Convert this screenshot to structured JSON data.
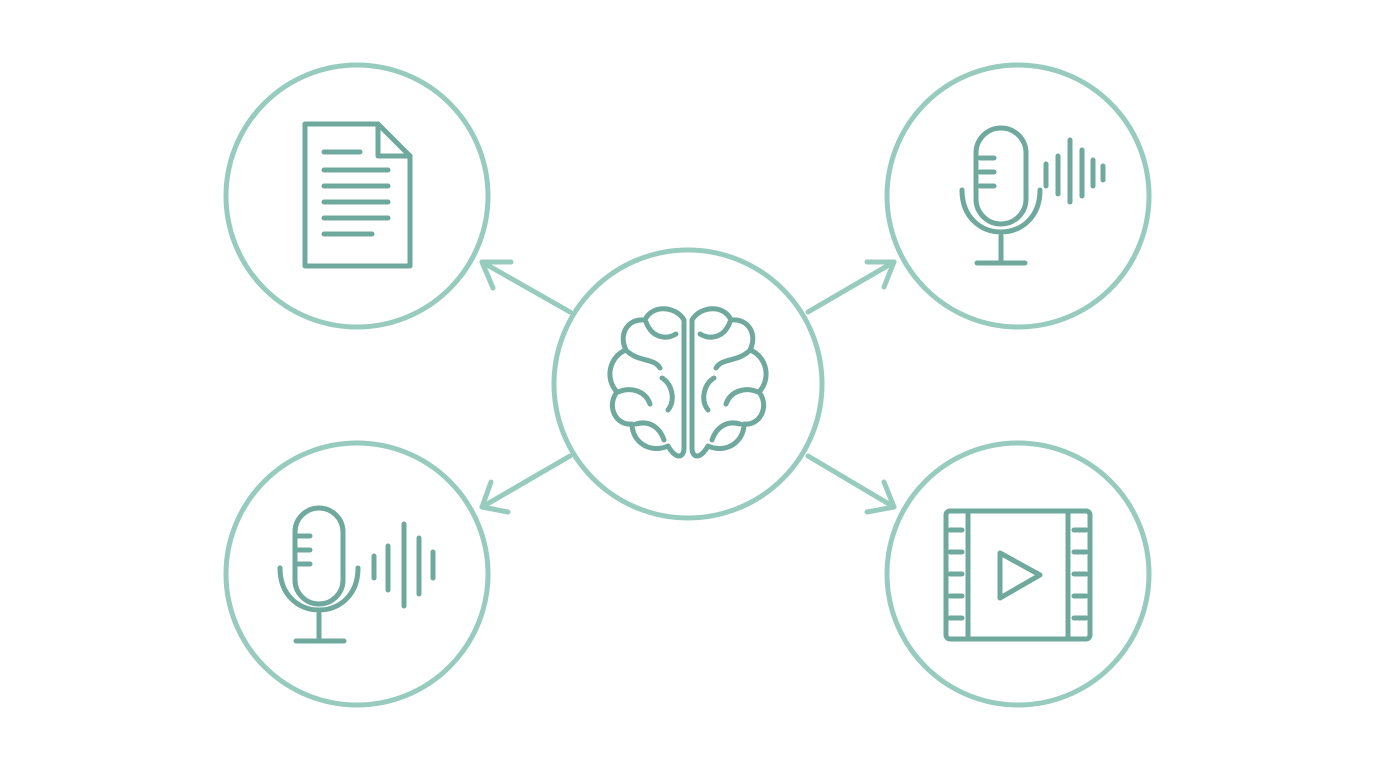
{
  "colors": {
    "background": "#ffffff",
    "ring": "#97cbbd",
    "icon": "#6fa89c"
  },
  "hub": {
    "icon": "brain-icon"
  },
  "nodes": [
    {
      "id": "document",
      "icon": "document-icon",
      "position": "top-left"
    },
    {
      "id": "audio-recording-top",
      "icon": "microphone-soundwave-icon",
      "position": "top-right"
    },
    {
      "id": "audio-recording-bottom",
      "icon": "microphone-soundwave-icon",
      "position": "bottom-left"
    },
    {
      "id": "video",
      "icon": "video-film-play-icon",
      "position": "bottom-right"
    }
  ],
  "connections": [
    {
      "from": "hub",
      "to": "document",
      "arrow": "end"
    },
    {
      "from": "hub",
      "to": "audio-recording-top",
      "arrow": "end"
    },
    {
      "from": "hub",
      "to": "audio-recording-bottom",
      "arrow": "end"
    },
    {
      "from": "hub",
      "to": "video",
      "arrow": "end"
    }
  ]
}
